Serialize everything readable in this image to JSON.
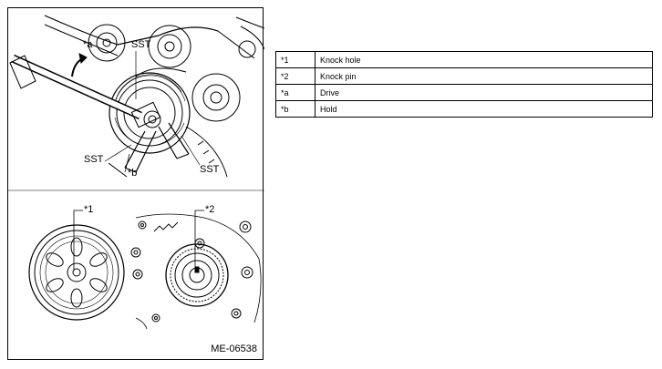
{
  "figure": {
    "id": "ME-06538",
    "callouts": {
      "a": "*a",
      "b": "*b",
      "sst_top": "SST",
      "sst_left": "SST",
      "sst_right": "SST",
      "n1": "*1",
      "n2": "*2"
    }
  },
  "legend": {
    "rows": [
      {
        "key": "*1",
        "desc": "Knock hole"
      },
      {
        "key": "*2",
        "desc": "Knock pin"
      },
      {
        "key": "*a",
        "desc": "Drive"
      },
      {
        "key": "*b",
        "desc": "Hold"
      }
    ]
  }
}
